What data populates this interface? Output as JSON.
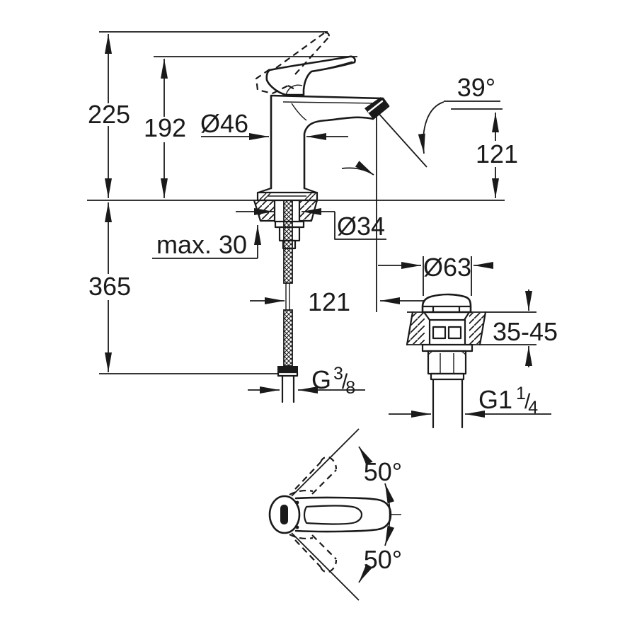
{
  "drawing": {
    "type": "faucet-installation-dimension-drawing",
    "colors": {
      "ink": "#1a1a1a",
      "paper": "#ffffff"
    },
    "labels": {
      "overall_height": "225",
      "spout_top_height": "192",
      "body_diameter": "Ø46",
      "stream_angle": "39°",
      "outlet_height": "121",
      "shank_diameter": "Ø34",
      "max_counter_thickness": "max. 30",
      "hose_length": "365",
      "outlet_reach": "121",
      "supply_thread": {
        "base": "G",
        "sup": "3",
        "slash": "/",
        "sub": "8"
      },
      "drain": {
        "cap_diameter": "Ø63",
        "counter_range": "35-45",
        "thread": {
          "base": "G1",
          "sup": "1",
          "slash": "/",
          "sub": "4"
        }
      },
      "handle": {
        "swing_up": "50°",
        "swing_down": "50°"
      }
    }
  }
}
